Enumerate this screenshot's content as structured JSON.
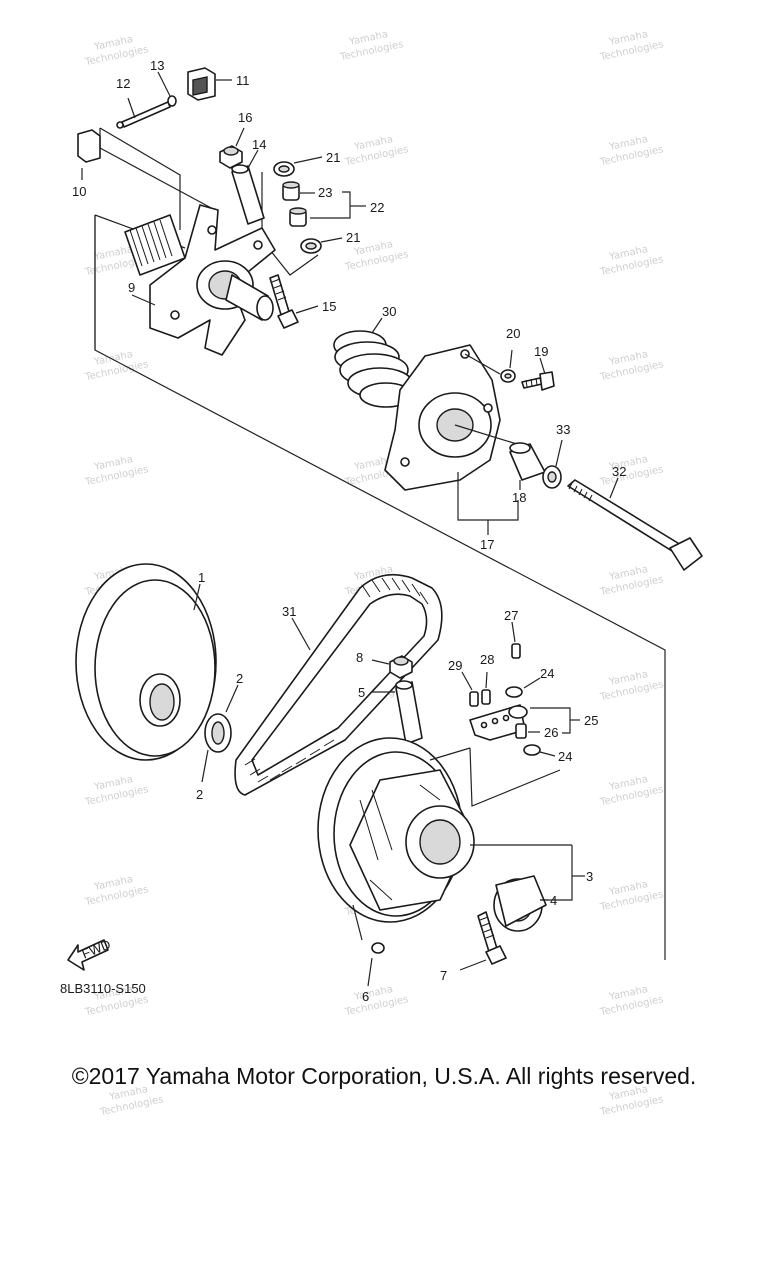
{
  "diagram": {
    "part_numbers": [
      "1",
      "2",
      "2",
      "3",
      "4",
      "5",
      "6",
      "7",
      "8",
      "9",
      "10",
      "11",
      "12",
      "13",
      "14",
      "15",
      "16",
      "17",
      "18",
      "19",
      "20",
      "21",
      "21",
      "22",
      "23",
      "24",
      "24",
      "25",
      "26",
      "27",
      "28",
      "29",
      "30",
      "31",
      "32",
      "33"
    ],
    "diagram_code": "8LB3110-S150",
    "fwd_label": "FWD",
    "watermark_lines": [
      "Yamaha",
      "Technologies"
    ]
  },
  "footer": {
    "copyright": "©2017 Yamaha Motor Corporation, U.S.A. All rights reserved."
  }
}
